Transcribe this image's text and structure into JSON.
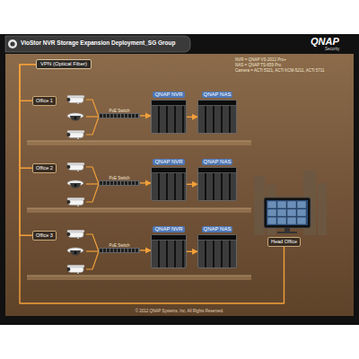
{
  "diagram": {
    "title": "VioStor NVR Storage Expansion Deployment_SG Group",
    "nodes": [
      {
        "text": [
          "VPN (Optical Fiber)"
        ]
      },
      {
        "text": [
          "Office 1"
        ]
      },
      {
        "text": [
          "PoE Switch"
        ]
      },
      {
        "text": [
          "QNAP NVR"
        ]
      },
      {
        "text": [
          "QNAP NAS"
        ]
      },
      {
        "text": [
          "Office 2"
        ]
      },
      {
        "text": [
          "PoE Switch"
        ]
      },
      {
        "text": [
          "QNAP NVR"
        ]
      },
      {
        "text": [
          "QNAP NAS"
        ]
      },
      {
        "text": [
          "Office 3"
        ]
      },
      {
        "text": [
          "PoE Switch"
        ]
      },
      {
        "text": [
          "QNAP NVR"
        ]
      },
      {
        "text": [
          "QNAP NAS"
        ]
      },
      {
        "text": [
          "Head Office"
        ]
      }
    ],
    "edges": [
      {
        "from": 0,
        "to": 1,
        "arrow": "none"
      },
      {
        "from": 0,
        "to": 5,
        "arrow": "none"
      },
      {
        "from": 0,
        "to": 9,
        "arrow": "none"
      },
      {
        "from": 0,
        "to": 13,
        "arrow": "none"
      },
      {
        "from": 2,
        "to": 3,
        "arrow": "to"
      },
      {
        "from": 3,
        "to": 4,
        "arrow": "to"
      },
      {
        "from": 6,
        "to": 7,
        "arrow": "to"
      },
      {
        "from": 7,
        "to": 8,
        "arrow": "to"
      },
      {
        "from": 10,
        "to": 11,
        "arrow": "to"
      },
      {
        "from": 11,
        "to": 12,
        "arrow": "to"
      }
    ],
    "labels": [
      "QNAP",
      "Security",
      "NVR = QNAP VS-2012 Pro+",
      "NAS = QNAP TS-659 Pro",
      "Camera = ACTi 5321, ACTi KCM-5211, ACTi 5711",
      "© 2012 QNAP Systems, Inc. All Rights Reserved."
    ]
  }
}
